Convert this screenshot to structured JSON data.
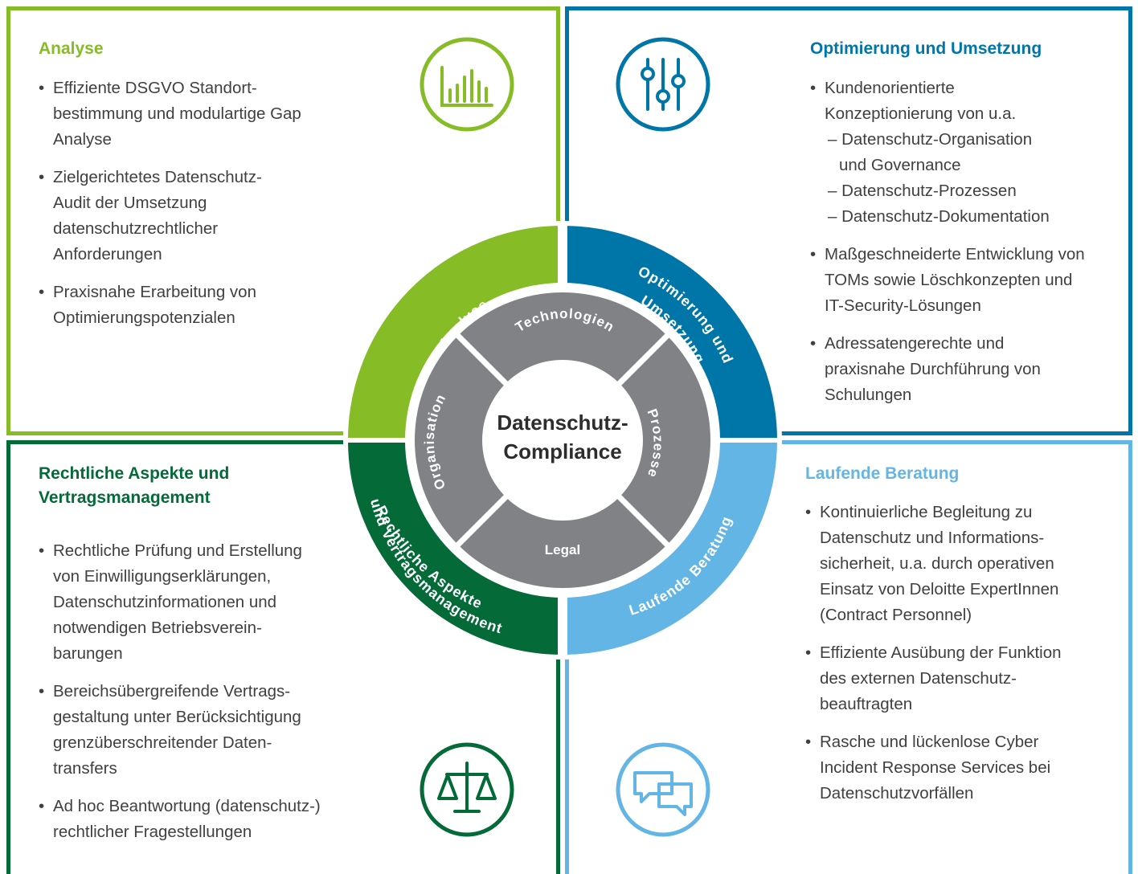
{
  "center": {
    "line1": "Datenschutz-",
    "line2": "Compliance"
  },
  "inner_ring": {
    "top": "Technologien",
    "right": "Prozesse",
    "bottom": "Legal",
    "left": "Organisation"
  },
  "outer_ring": {
    "analyse": "Analyse",
    "optimierung": [
      "Optimierung und",
      "Umsetzung"
    ],
    "laufende": "Laufende Beratung",
    "rechtliche": [
      "Rechtliche Aspekte",
      "und Vertragsmanagement"
    ]
  },
  "colors": {
    "analyse": "#86bc25",
    "optimierung": "#0076a8",
    "rechtliche": "#046a38",
    "laufende": "#62b5e5",
    "inner": "#808285"
  },
  "analyse": {
    "title": "Analyse",
    "icon": "bar-chart-icon",
    "bullets": [
      [
        "Effiziente DSGVO Standort-",
        "bestimmung und modulartige Gap",
        "Analyse"
      ],
      [
        "Zielgerichtetes Datenschutz-",
        "Audit der Umsetzung",
        "datenschutzrechtlicher",
        "Anforderungen"
      ],
      [
        "Praxisnahe Erarbeitung von",
        "Optimierungspotenzialen"
      ]
    ]
  },
  "optimierung": {
    "title": "Optimierung und Umsetzung",
    "icon": "sliders-icon",
    "bullet1": [
      "Kundenorientierte",
      "Konzeptionierung von u.a."
    ],
    "bullet1_sub": [
      "– Datenschutz-Organisation",
      "   und Governance",
      "– Datenschutz-Prozessen",
      "– Datenschutz-Dokumentation"
    ],
    "bullet2": [
      "Maßgeschneiderte Entwicklung von",
      "TOMs sowie Löschkonzepten und",
      "IT-Security-Lösungen"
    ],
    "bullet3": [
      "Adressatengerechte und",
      "praxisnahe Durchführung von",
      "Schulungen"
    ]
  },
  "rechtliche": {
    "title": [
      "Rechtliche Aspekte und",
      "Vertragsmanagement"
    ],
    "icon": "scales-icon",
    "bullets": [
      [
        "Rechtliche Prüfung und Erstellung",
        "von Einwilligungserklärungen,",
        "Datenschutzinformationen und",
        "notwendigen Betriebsverein-",
        "barungen"
      ],
      [
        "Bereichsübergreifende Vertrags-",
        "gestaltung unter Berücksichtigung",
        "grenzüberschreitender Daten-",
        "transfers"
      ],
      [
        "Ad hoc Beantwortung (datenschutz-)",
        "rechtlicher Fragestellungen"
      ]
    ]
  },
  "laufende": {
    "title": "Laufende Beratung",
    "icon": "chat-bubbles-icon",
    "bullets": [
      [
        "Kontinuierliche Begleitung zu",
        "Datenschutz und Informations-",
        "sicherheit, u.a. durch operativen",
        "Einsatz von Deloitte ExpertInnen",
        "(Contract Personnel)"
      ],
      [
        "Effiziente Ausübung der Funktion",
        "des externen Datenschutz-",
        "beauftragten"
      ],
      [
        "Rasche und lückenlose Cyber",
        "Incident Response Services bei",
        "Datenschutzvorfällen"
      ]
    ]
  }
}
